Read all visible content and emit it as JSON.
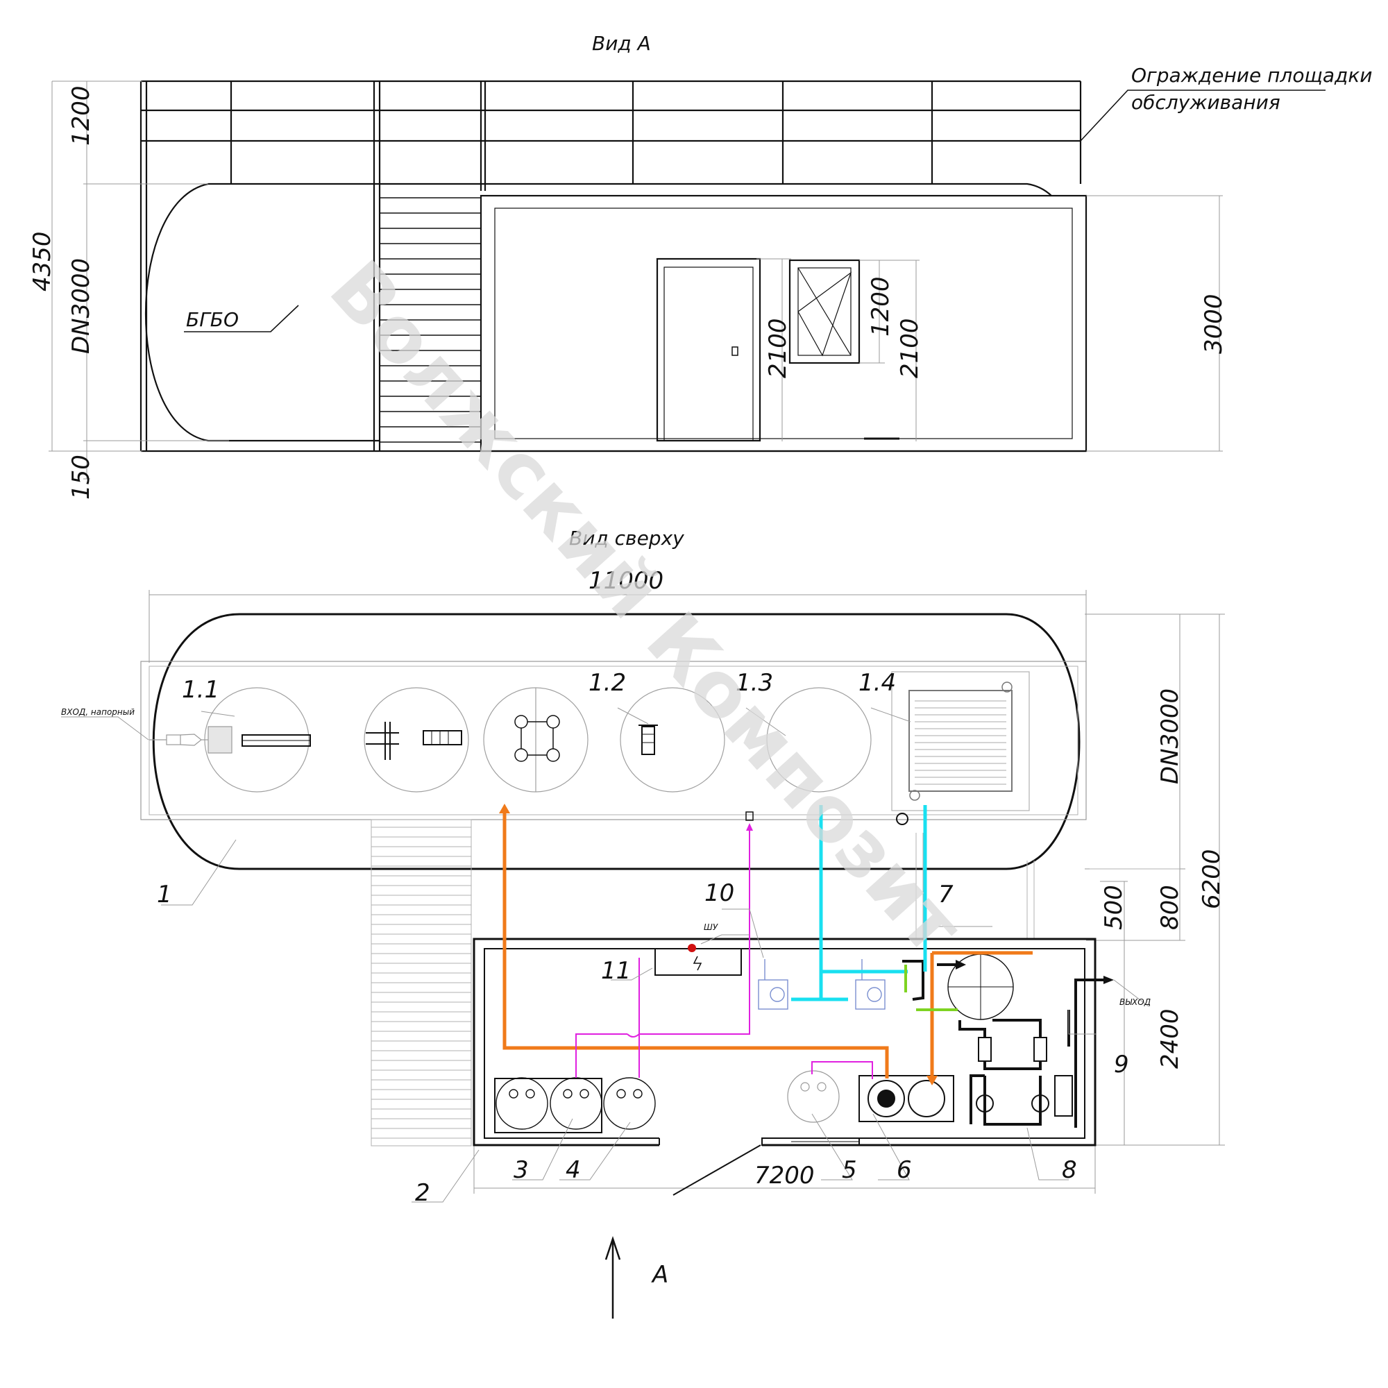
{
  "views": {
    "front_title": "Вид А",
    "top_title": "Вид сверху"
  },
  "labels": {
    "fence_line1": "Ограждение площадки",
    "fence_line2": "обслуживания",
    "bgbo": "БГБО",
    "inlet": "ВХОД, напорный",
    "outlet": "ВЫХОД",
    "panel": "ШУ",
    "view_arrow": "А",
    "watermark": "Волжский Композит"
  },
  "dimensions": {
    "d1200_rail": "1200",
    "d4350": "4350",
    "dn3000_front": "DN3000",
    "d150": "150",
    "d2100_door": "2100",
    "d1200_window": "1200",
    "d2100_window": "2100",
    "d3000": "3000",
    "d11000": "11000",
    "dn3000_top": "DN3000",
    "d6200": "6200",
    "d500": "500",
    "d800": "800",
    "d2400": "2400",
    "d7200": "7200"
  },
  "positions": {
    "p1": "1",
    "p1_1": "1.1",
    "p1_2": "1.2",
    "p1_3": "1.3",
    "p1_4": "1.4",
    "p2": "2",
    "p3": "3",
    "p4": "4",
    "p5": "5",
    "p6": "6",
    "p7": "7",
    "p8": "8",
    "p9": "9",
    "p10": "10",
    "p11": "11"
  },
  "colors": {
    "line": "#111111",
    "thin": "#9a9a9a",
    "orange": "#f07a1a",
    "magenta": "#e020e0",
    "cyan": "#19e0f0",
    "green": "#7ed321",
    "red": "#d01010",
    "watermark": "#d9d9d9"
  }
}
